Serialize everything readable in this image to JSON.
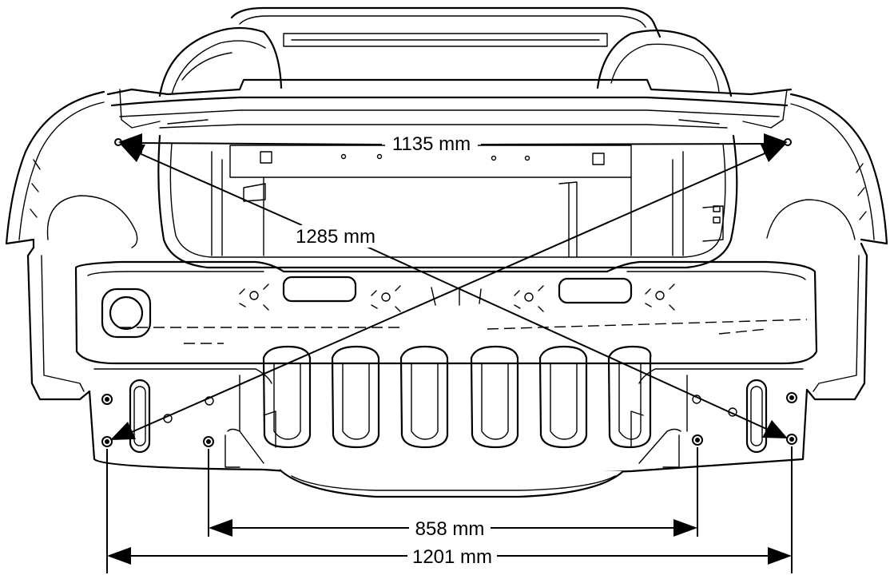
{
  "measurements": {
    "upper_width": "1135 mm",
    "diagonal": "1285 mm",
    "inner_lower_width": "858 mm",
    "outer_lower_width": "1201 mm"
  }
}
